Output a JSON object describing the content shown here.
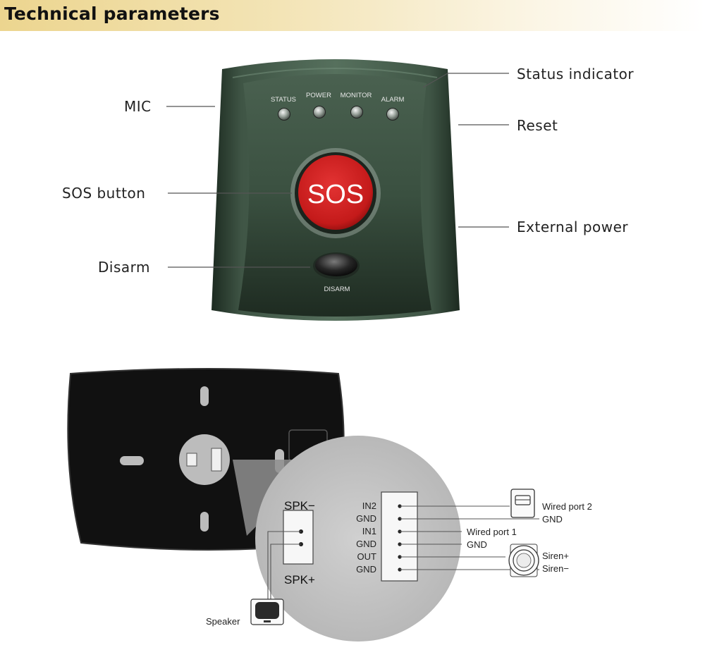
{
  "header": {
    "title": "Technical parameters"
  },
  "front_panel": {
    "leds": [
      "STATUS",
      "POWER",
      "MONITOR",
      "ALARM"
    ],
    "sos_label": "SOS",
    "disarm_label": "DISARM"
  },
  "callouts": {
    "mic": "MIC",
    "sos_button": "SOS button",
    "disarm": "Disarm",
    "status_indicator": "Status indicator",
    "reset": "Reset",
    "external_power": "External power"
  },
  "back_panel": {
    "spk_minus": "SPK−",
    "spk_plus": "SPK+",
    "terminals": [
      "IN2",
      "GND",
      "IN1",
      "GND",
      "OUT",
      "GND"
    ],
    "wired_port_2": "Wired port 2",
    "gnd_a": "GND",
    "wired_port_1": "Wired port 1",
    "gnd_b": "GND",
    "siren_plus": "Siren+",
    "siren_minus": "Siren−",
    "speaker": "Speaker"
  }
}
